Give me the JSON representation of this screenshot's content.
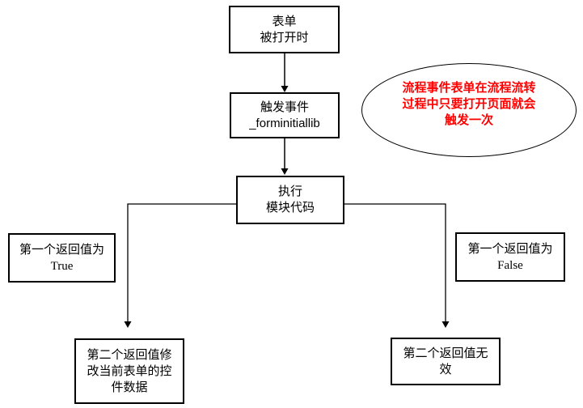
{
  "diagram": {
    "nodes": {
      "form_opened": {
        "lines": [
          "表单",
          "被打开时"
        ]
      },
      "trigger_event": {
        "lines": [
          "触发事件",
          "_forminitiallib"
        ]
      },
      "execute_module": {
        "lines": [
          "执行",
          "模块代码"
        ]
      },
      "first_return_true": {
        "lines": [
          "第一个返回值为",
          "True"
        ]
      },
      "first_return_false": {
        "lines": [
          "第一个返回值为",
          "False"
        ]
      },
      "second_return_modify": {
        "lines": [
          "第二个返回值修",
          "改当前表单的控",
          "件数据"
        ]
      },
      "second_return_invalid": {
        "lines": [
          "第二个返回值无",
          "效"
        ]
      }
    },
    "annotation": {
      "lines": [
        "流程事件表单在流程流转",
        "过程中只要打开页面就会",
        "触发一次"
      ],
      "text_color": "#ff0000"
    },
    "colors": {
      "stroke": "#000000",
      "background": "#ffffff",
      "annotation_text": "#ff0000"
    }
  }
}
